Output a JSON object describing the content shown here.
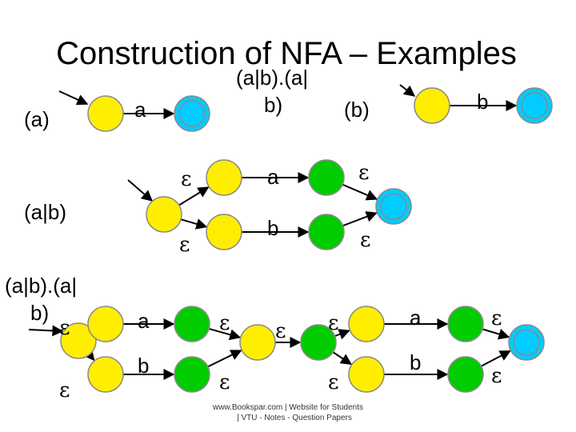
{
  "title": "Construction of NFA – Examples",
  "colors": {
    "start_state": "#FFEE00",
    "mid_state": "#00CC00",
    "final_state": "#00CCFF",
    "outline": "#8A8A8A",
    "arrow": "#000000"
  },
  "labels": {
    "a_part": "(a)",
    "b_part": "(b)",
    "ab_part": "(a|b)",
    "combined_top_line1": "(a|b).(a|",
    "combined_top_line2": "b)",
    "combined_left_line1": "(a|b).(a|",
    "combined_left_line2": "b)"
  },
  "symbols": {
    "a": "a",
    "b": "b",
    "epsilon": "ε"
  },
  "footer": {
    "line1": "www.Bookspar.com | Website for Students",
    "line2": "| VTU - Notes - Question Papers"
  }
}
